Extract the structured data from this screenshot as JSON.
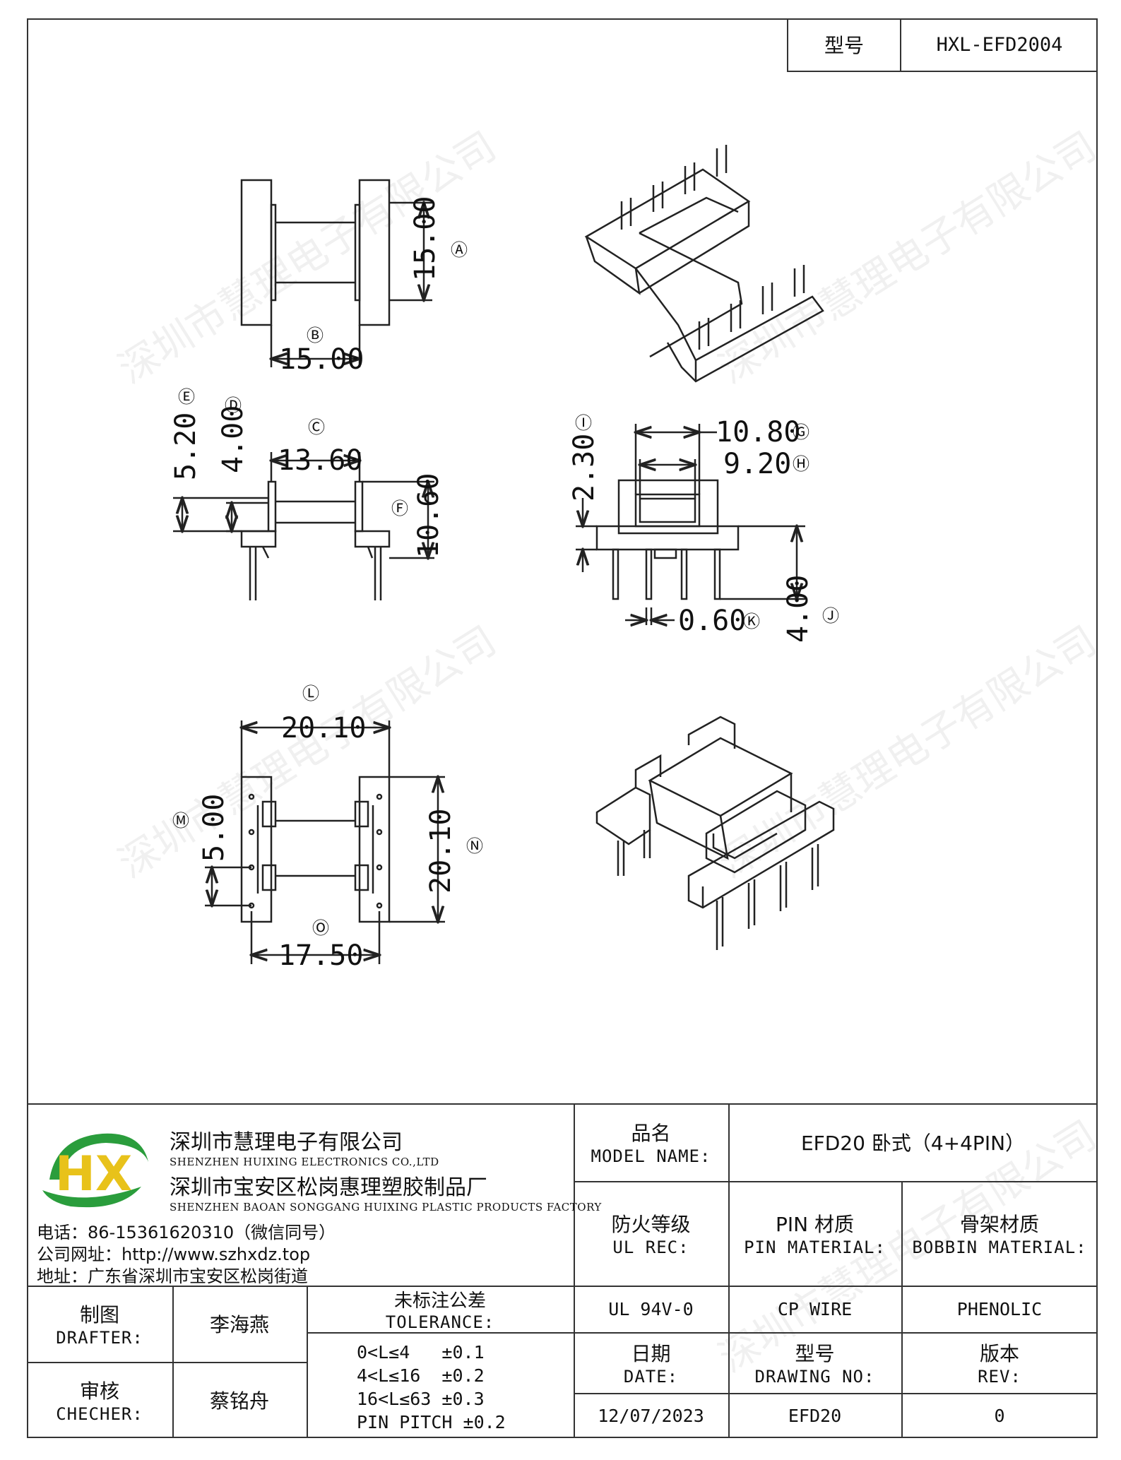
{
  "header": {
    "model_label": "型号",
    "model_value": "HXL-EFD2004"
  },
  "drawing": {
    "dims": {
      "A": "15.00",
      "B": "15.00",
      "C": "13.60",
      "D": "4.00",
      "E": "5.20",
      "F": "10.60",
      "G": "10.80",
      "H": "9.20",
      "I": "2.30",
      "J": "4.00",
      "K": "0.60",
      "L": "20.10",
      "M": "5.00",
      "N": "20.10",
      "O": "17.50"
    },
    "markers": {
      "A": "Ⓐ",
      "B": "Ⓑ",
      "C": "Ⓒ",
      "D": "Ⓓ",
      "E": "Ⓔ",
      "F": "Ⓕ",
      "G": "Ⓖ",
      "H": "Ⓗ",
      "I": "Ⓘ",
      "J": "Ⓙ",
      "K": "Ⓚ",
      "L": "Ⓛ",
      "M": "Ⓜ",
      "N": "Ⓝ",
      "O": "Ⓞ"
    }
  },
  "watermark": "深圳市慧理电子有限公司",
  "company": {
    "name_zh_1": "深圳市慧理电子有限公司",
    "name_en_1": "SHENZHEN HUIXING ELECTRONICS CO.,LTD",
    "name_zh_2": "深圳市宝安区松岗惠理塑胶制品厂",
    "name_en_2": "SHENZHEN BAOAN SONGGANG HUIXING PLASTIC PRODUCTS FACTORY",
    "phone": "电话：86-15361620310（微信同号）",
    "website": "公司网址：http://www.szhxdz.top",
    "address": "地址：广东省深圳市宝安区松岗街道",
    "logo_text": "HX"
  },
  "title_block": {
    "model_name_zh": "品名",
    "model_name_en": "MODEL NAME:",
    "model_name_value": "EFD20 卧式（4+4PIN）",
    "ul_rec_zh": "防火等级",
    "ul_rec_en": "UL REC:",
    "pin_material_zh": "PIN 材质",
    "pin_material_en": "PIN MATERIAL:",
    "bobbin_material_zh": "骨架材质",
    "bobbin_material_en": "BOBBIN MATERIAL:",
    "ul_rec_value": "UL 94V-0",
    "pin_material_value": "CP WIRE",
    "bobbin_material_value": "PHENOLIC",
    "date_zh": "日期",
    "date_en": "DATE:",
    "drawing_no_zh": "型号",
    "drawing_no_en": "DRAWING NO:",
    "rev_zh": "版本",
    "rev_en": "REV:",
    "date_value": "12/07/2023",
    "drawing_no_value": "EFD20",
    "rev_value": "0",
    "drafter_zh": "制图",
    "drafter_en": "DRAFTER:",
    "drafter_value": "李海燕",
    "checker_zh": "审核",
    "checker_en": "CHECHER:",
    "checker_value": "蔡铭舟",
    "tolerance_zh": "未标注公差",
    "tolerance_en": "TOLERANCE:",
    "tolerance_lines": [
      "0<L≤4   ±0.1",
      "4<L≤16  ±0.2",
      "16<L≤63 ±0.3",
      "PIN PITCH ±0.2"
    ]
  },
  "colors": {
    "line": "#333333",
    "logo_green": "#2a9d3c",
    "logo_yellow": "#e8c21a"
  }
}
